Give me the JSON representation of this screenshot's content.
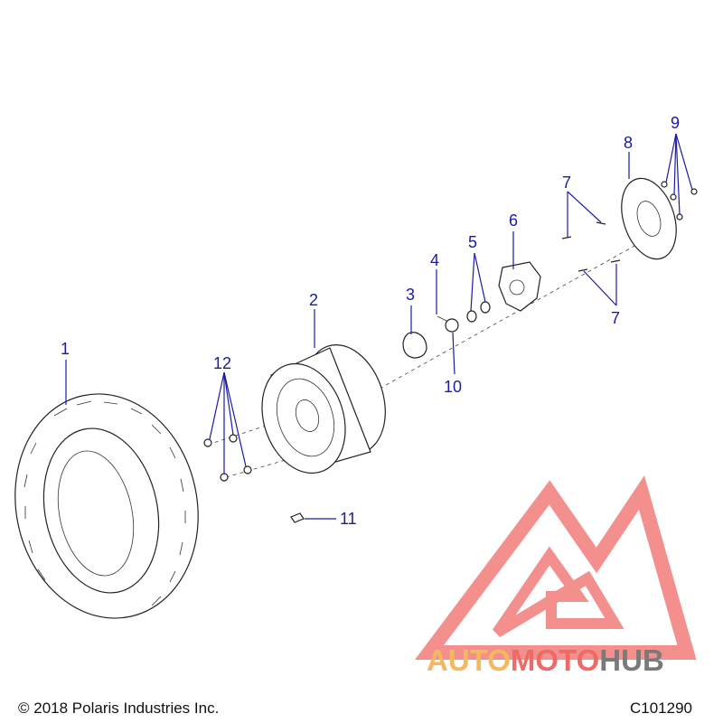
{
  "diagram": {
    "callouts": {
      "c1": "1",
      "c2": "2",
      "c3": "3",
      "c4": "4",
      "c5": "5",
      "c6": "6",
      "c7a": "7",
      "c7b": "7",
      "c8": "8",
      "c9": "9",
      "c10": "10",
      "c11": "11",
      "c12": "12"
    },
    "colors": {
      "callout": "#1a1aa8",
      "logo_red": "#e8433f",
      "logo_orange": "#f5a43a",
      "logo_gray": "#6b6b6b"
    }
  },
  "footer": {
    "copyright": "© 2018 Polaris Industries Inc.",
    "code": "C101290"
  },
  "watermark": {
    "part_a": "AUTO",
    "part_b": "MOTO",
    "part_c": "HUB"
  }
}
